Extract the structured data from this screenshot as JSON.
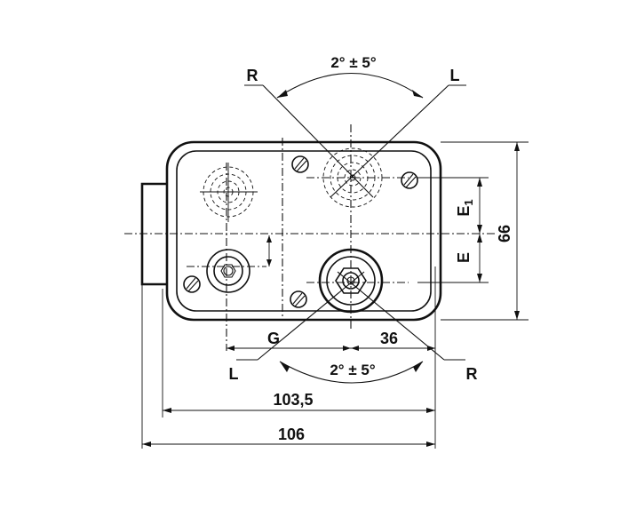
{
  "labels": {
    "angle_top": "2° ± 5°",
    "angle_bottom": "2° ± 5°",
    "r_top": "R",
    "l_top": "L",
    "l_bottom": "L",
    "r_bottom": "R",
    "g": "G",
    "dim_36": "36",
    "dim_103_5": "103,5",
    "dim_106": "106",
    "dim_66": "66",
    "e": "E",
    "e1": "E",
    "e1_sub": "1"
  }
}
